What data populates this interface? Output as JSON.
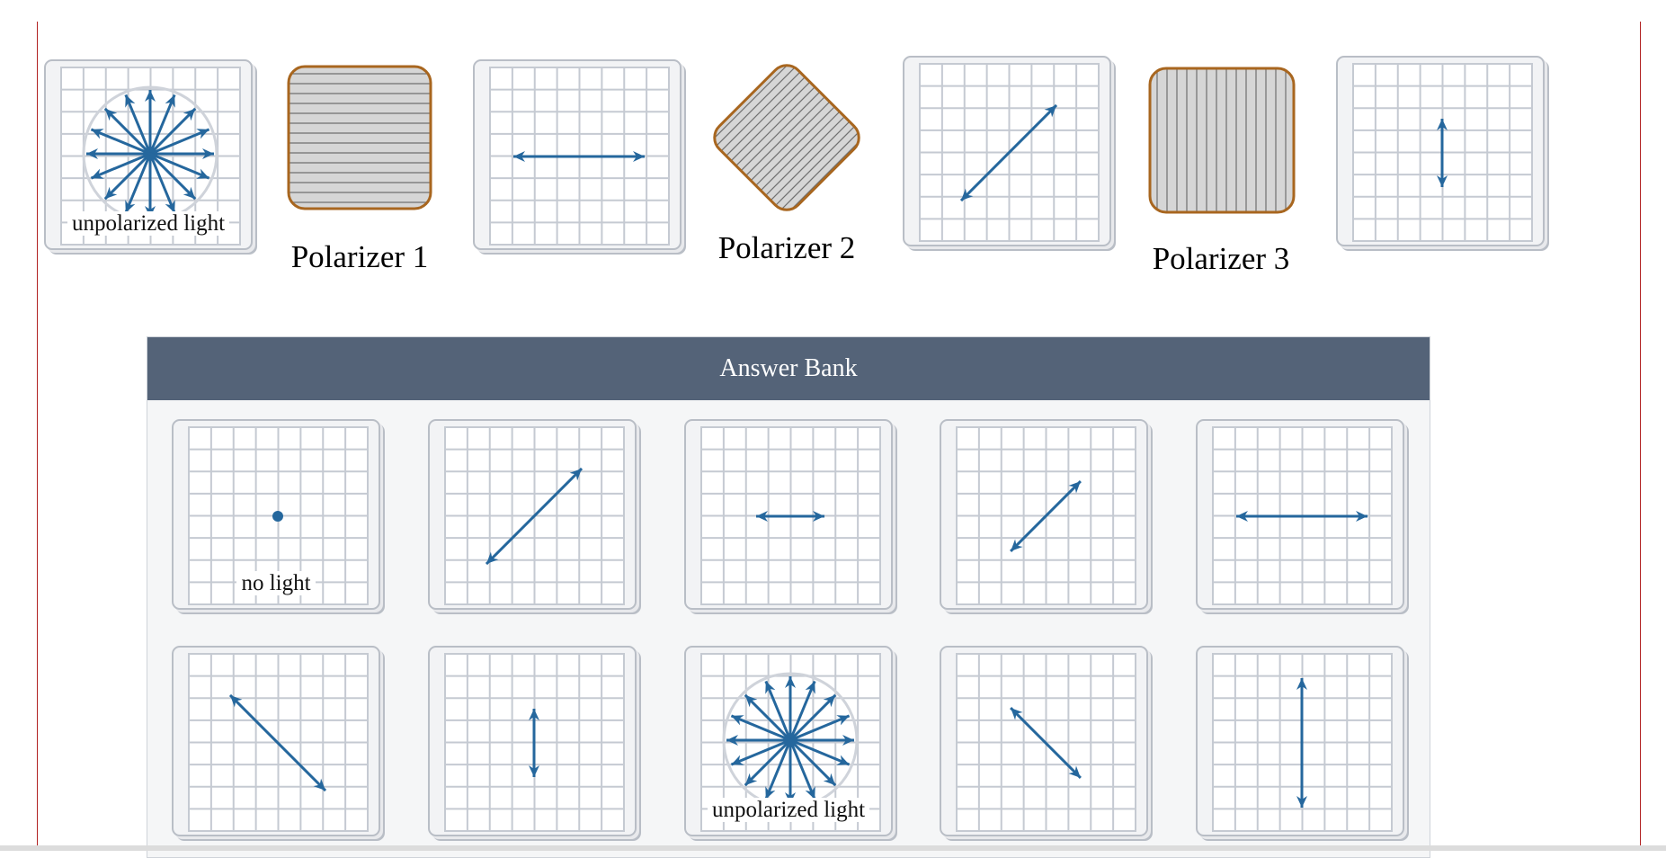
{
  "colors": {
    "arrow": "#25679d",
    "grid": "#c5cad2",
    "polarizer_border": "#a8661f",
    "polarizer_fill": "#d6d6d6",
    "header": "#546378"
  },
  "setup": {
    "cards": [
      {
        "name": "setup-card-unpolarized",
        "glyph": "unpolarized",
        "label": "unpolarized light"
      },
      {
        "name": "setup-card-after-polarizer-1",
        "glyph": "horizontal-long"
      },
      {
        "name": "setup-card-after-polarizer-2",
        "glyph": "diagonal-long"
      },
      {
        "name": "setup-card-after-polarizer-3",
        "glyph": "vertical-short"
      }
    ],
    "polarizers": [
      {
        "name": "polarizer-1",
        "orientation": "horizontal",
        "label": "Polarizer 1"
      },
      {
        "name": "polarizer-2",
        "orientation": "diagonal",
        "label": "Polarizer 2"
      },
      {
        "name": "polarizer-3",
        "orientation": "vertical",
        "label": "Polarizer 3"
      }
    ]
  },
  "answer_bank": {
    "title": "Answer Bank",
    "cards": [
      {
        "name": "answer-no-light",
        "glyph": "dot",
        "label": "no light"
      },
      {
        "name": "answer-diagonal-long",
        "glyph": "diagonal-long"
      },
      {
        "name": "answer-horizontal-short",
        "glyph": "horizontal-short"
      },
      {
        "name": "answer-diagonal-short",
        "glyph": "diagonal-short"
      },
      {
        "name": "answer-horizontal-long",
        "glyph": "horizontal-long"
      },
      {
        "name": "answer-antidiagonal-long",
        "glyph": "antidiagonal-long"
      },
      {
        "name": "answer-vertical-short",
        "glyph": "vertical-short"
      },
      {
        "name": "answer-unpolarized",
        "glyph": "unpolarized",
        "label": "unpolarized light"
      },
      {
        "name": "answer-antidiagonal-short",
        "glyph": "antidiagonal-short"
      },
      {
        "name": "answer-vertical-long",
        "glyph": "vertical-long"
      }
    ]
  }
}
